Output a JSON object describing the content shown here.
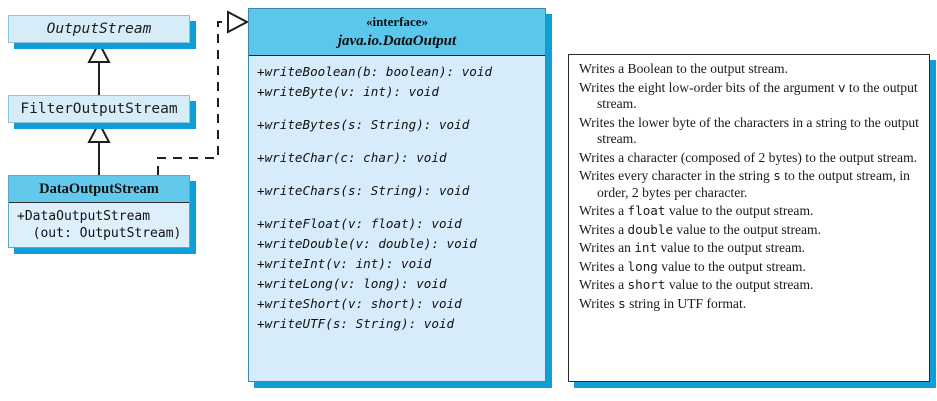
{
  "diagram": {
    "title": "java.io.DataOutput UML class diagram",
    "colors": {
      "box_fill": "#d7ecf9",
      "interface_header": "#5ac8ec",
      "class_header": "#63c9ec",
      "shadow_bar": "#0f9fd6",
      "panel_bg": "#ffffff",
      "line": "#1f1f1f"
    }
  },
  "hierarchy": {
    "output_stream": {
      "name": "OutputStream",
      "italic": true
    },
    "filter_output_stream": {
      "name": "FilterOutputStream",
      "italic": false
    },
    "data_output_stream": {
      "name": "DataOutputStream",
      "members": "+DataOutputStream\n  (out: OutputStream)"
    }
  },
  "interface_box": {
    "stereotype": "«interface»",
    "name": "java.io.DataOutput",
    "methods": [
      {
        "signature": "+writeBoolean(b: boolean): void",
        "gap_before": false
      },
      {
        "signature": "+writeByte(v: int): void",
        "gap_before": false
      },
      {
        "signature": "+writeBytes(s: String): void",
        "gap_before": true
      },
      {
        "signature": "+writeChar(c: char): void",
        "gap_before": true
      },
      {
        "signature": "+writeChars(s: String): void",
        "gap_before": true
      },
      {
        "signature": "+writeFloat(v: float): void",
        "gap_before": true
      },
      {
        "signature": "+writeDouble(v: double): void",
        "gap_before": false
      },
      {
        "signature": "+writeInt(v: int): void",
        "gap_before": false
      },
      {
        "signature": "+writeLong(v: long): void",
        "gap_before": false
      },
      {
        "signature": "+writeShort(v: short): void",
        "gap_before": false
      },
      {
        "signature": "+writeUTF(s: String): void",
        "gap_before": false
      }
    ]
  },
  "descriptions": [
    {
      "parts": [
        {
          "t": "Writes a Boolean to the output stream.",
          "mono": false
        }
      ]
    },
    {
      "parts": [
        {
          "t": "Writes the eight low-order bits of the argument ",
          "mono": false
        },
        {
          "t": "v",
          "mono": true
        },
        {
          "t": " to the output stream.",
          "mono": false
        }
      ]
    },
    {
      "parts": [
        {
          "t": "Writes the lower byte of the characters in a string to the output stream.",
          "mono": false
        }
      ]
    },
    {
      "parts": [
        {
          "t": "Writes a character (composed of 2 bytes) to the output stream.",
          "mono": false
        }
      ]
    },
    {
      "parts": [
        {
          "t": "Writes every character in the string ",
          "mono": false
        },
        {
          "t": "s",
          "mono": true
        },
        {
          "t": " to the output stream, in order, 2 bytes per character.",
          "mono": false
        }
      ]
    },
    {
      "parts": [
        {
          "t": "Writes a ",
          "mono": false
        },
        {
          "t": "float",
          "mono": true
        },
        {
          "t": " value to the output stream.",
          "mono": false
        }
      ]
    },
    {
      "parts": [
        {
          "t": "Writes a ",
          "mono": false
        },
        {
          "t": "double",
          "mono": true
        },
        {
          "t": " value to the output stream.",
          "mono": false
        }
      ]
    },
    {
      "parts": [
        {
          "t": "Writes an ",
          "mono": false
        },
        {
          "t": "int",
          "mono": true
        },
        {
          "t": " value to the output stream.",
          "mono": false
        }
      ]
    },
    {
      "parts": [
        {
          "t": "Writes a ",
          "mono": false
        },
        {
          "t": "long",
          "mono": true
        },
        {
          "t": " value to the output stream.",
          "mono": false
        }
      ]
    },
    {
      "parts": [
        {
          "t": "Writes a ",
          "mono": false
        },
        {
          "t": "short",
          "mono": true
        },
        {
          "t": " value to the output stream.",
          "mono": false
        }
      ]
    },
    {
      "parts": [
        {
          "t": "Writes ",
          "mono": false
        },
        {
          "t": "s",
          "mono": true
        },
        {
          "t": " string in UTF format.",
          "mono": false
        }
      ]
    }
  ]
}
